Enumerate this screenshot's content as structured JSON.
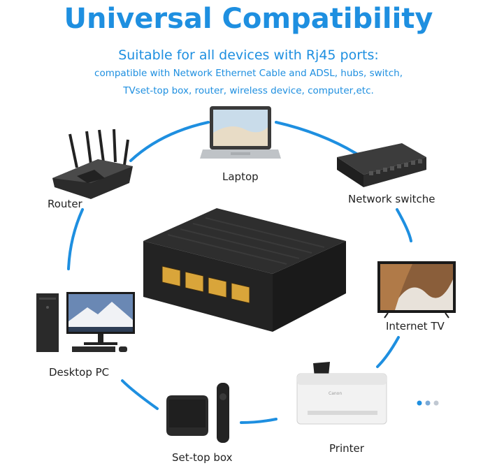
{
  "header": {
    "title": "Universal Compatibility",
    "subtitle": "Suitable for all devices with Rj45 ports:",
    "desc_line1": "compatible with Network Ethernet Cable and ADSL, hubs, switch,",
    "desc_line2": "TVset-top box, router, wireless device, computer,etc."
  },
  "devices": {
    "laptop": "Laptop",
    "router": "Router",
    "network_switch": "Network switche",
    "internet_tv": "Internet TV",
    "desktop_pc": "Desktop PC",
    "printer": "Printer",
    "set_top_box": "Set-top box"
  },
  "printer_brand": "Canon",
  "colors": {
    "accent": "#1e8fe0",
    "product_body": "#2a2a2a",
    "port_gold": "#d9a53a"
  }
}
